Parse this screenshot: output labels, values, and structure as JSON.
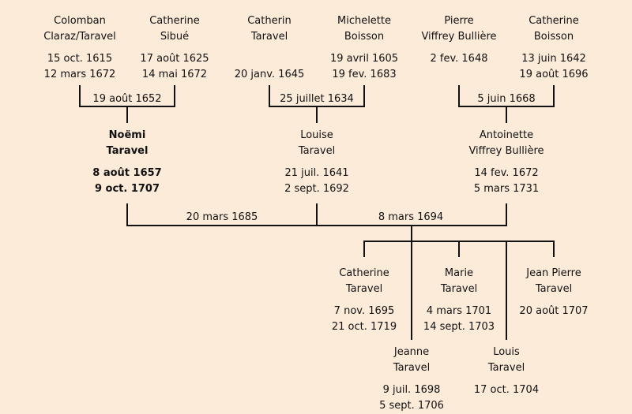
{
  "theme": {
    "background": "#fcebd9",
    "line_color": "#111111"
  },
  "generation1": [
    {
      "first": "Colomban",
      "last": "Claraz/Taravel",
      "birth": "15 oct. 1615",
      "death": "12 mars 1672"
    },
    {
      "first": "Catherine",
      "last": "Sibué",
      "birth": "17 août 1625",
      "death": "14 mai 1672"
    },
    {
      "first": "Catherin",
      "last": "Taravel",
      "birth": "",
      "death": "20 janv. 1645"
    },
    {
      "first": "Michelette",
      "last": "Boisson",
      "birth": "19 avril 1605",
      "death": "19 fev. 1683"
    },
    {
      "first": "Pierre",
      "last": "Viffrey Bullière",
      "birth": "2 fev. 1648",
      "death": ""
    },
    {
      "first": "Catherine",
      "last": "Boisson",
      "birth": "13 juin 1642",
      "death": "19 août 1696"
    }
  ],
  "marriages1": [
    "19 août 1652",
    "25 juillet 1634",
    "5 juin 1668"
  ],
  "generation2": [
    {
      "first": "Noëmi",
      "last": "Taravel",
      "birth": "8 août 1657",
      "death": "9 oct. 1707",
      "highlighted": true
    },
    {
      "first": "Louise",
      "last": "Taravel",
      "birth": "21 juil. 1641",
      "death": "2 sept. 1692"
    },
    {
      "first": "Antoinette",
      "last": "Viffrey Bullière",
      "birth": "14 fev. 1672",
      "death": "5 mars 1731"
    }
  ],
  "marriages2": [
    "20 mars 1685",
    "8 mars 1694"
  ],
  "children": [
    {
      "first": "Catherine",
      "last": "Taravel",
      "birth": "7 nov. 1695",
      "death": "21 oct. 1719"
    },
    {
      "first": "Marie",
      "last": "Taravel",
      "birth": "4 mars 1701",
      "death": "14 sept. 1703"
    },
    {
      "first": "Jean Pierre",
      "last": "Taravel",
      "birth": "20 août 1707",
      "death": ""
    },
    {
      "first": "Jeanne",
      "last": "Taravel",
      "birth": "9 juil. 1698",
      "death": "5 sept. 1706"
    },
    {
      "first": "Louis",
      "last": "Taravel",
      "birth": "17 oct. 1704",
      "death": ""
    }
  ]
}
